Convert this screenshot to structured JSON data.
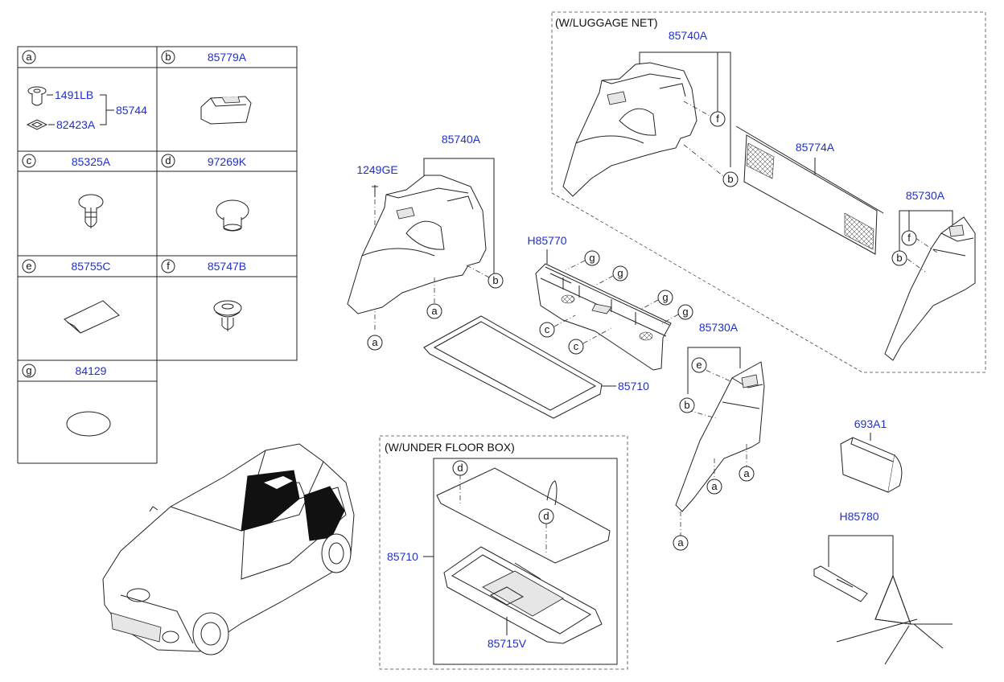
{
  "legend": {
    "cells": [
      {
        "letter": "a",
        "part": "",
        "sub_parts": [
          "1491LB",
          "82423A"
        ],
        "group_part": "85744"
      },
      {
        "letter": "b",
        "part": "85779A"
      },
      {
        "letter": "c",
        "part": "85325A"
      },
      {
        "letter": "d",
        "part": "97269K"
      },
      {
        "letter": "e",
        "part": "85755C"
      },
      {
        "letter": "f",
        "part": "85747B"
      },
      {
        "letter": "g",
        "part": "84129"
      }
    ]
  },
  "groups": {
    "luggage_net": "(W/LUGGAGE NET)",
    "under_floor_box": "(W/UNDER FLOOR BOX)"
  },
  "parts": {
    "p85740A_main": "85740A",
    "p1249GE": "1249GE",
    "pH85770": "H85770",
    "p85710_main": "85710",
    "p85730A_main": "85730A",
    "p85740A_net": "85740A",
    "p85774A": "85774A",
    "p85730A_net": "85730A",
    "p85710_box": "85710",
    "p85715V": "85715V",
    "p693A1": "693A1",
    "pH85780": "H85780"
  },
  "callouts": {
    "a": "a",
    "b": "b",
    "c": "c",
    "d": "d",
    "e": "e",
    "f": "f",
    "g": "g"
  },
  "colors": {
    "part_number": "#1f2fd0",
    "line": "#222222"
  }
}
